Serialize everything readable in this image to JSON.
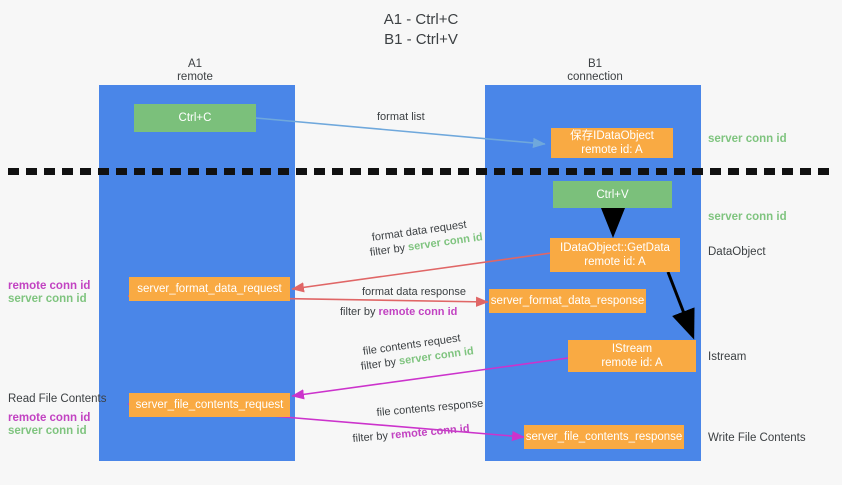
{
  "title": "A1 - Ctrl+C\nB1 - Ctrl+V",
  "columns": [
    {
      "name": "A1",
      "sub": "remote"
    },
    {
      "name": "B1",
      "sub": "connection"
    }
  ],
  "nodes": {
    "ctrl_c": "Ctrl+C",
    "ctrl_v": "Ctrl+V",
    "idataobject": "保存IDataObject\nremote id: A",
    "getdata": "IDataObject::GetData\nremote id: A",
    "istream": "IStream\nremote id: A",
    "server_format_data_request": "server_format_data_request",
    "server_format_data_response": "server_format_data_response",
    "server_file_contents_request": "server_file_contents_request",
    "server_file_contents_response": "server_file_contents_response"
  },
  "right_labels": {
    "server_conn_id_top": "server conn id",
    "server_conn_id_second": "server conn id",
    "dataobject": "DataObject",
    "istream": "Istream",
    "write_file_contents": "Write File Contents"
  },
  "left_labels": {
    "remote_conn_id_upper": "remote conn id",
    "server_conn_id_upper": "server conn id",
    "read_file_contents": "Read File Contents",
    "remote_conn_id_lower": "remote conn id",
    "server_conn_id_lower": "server conn id"
  },
  "edges": {
    "format_list": "format list",
    "format_data_request": "format data request",
    "filter_by_prefix_1": "filter by ",
    "filter_by_value_1": "server conn id",
    "format_data_response": "format data response",
    "filter_by_prefix_2": "filter by ",
    "filter_by_value_2": "remote conn id",
    "file_contents_request": "file contents request",
    "filter_by_prefix_3": "filter by ",
    "filter_by_value_3": "server conn id",
    "file_contents_response": "file contents response",
    "filter_by_prefix_4": "filter by ",
    "filter_by_value_4": "remote conn id"
  },
  "colors": {
    "lane": "#4a86e8",
    "green_node": "#7bc07b",
    "orange_node": "#f9aa43",
    "green_text": "#7fc47f",
    "purple_text": "#c243c2",
    "blue_arrow": "#6fa8dc",
    "red_arrow": "#e06666",
    "magenta_arrow": "#cc33cc",
    "black_arrow": "#000000",
    "background": "#f7f7f7"
  }
}
